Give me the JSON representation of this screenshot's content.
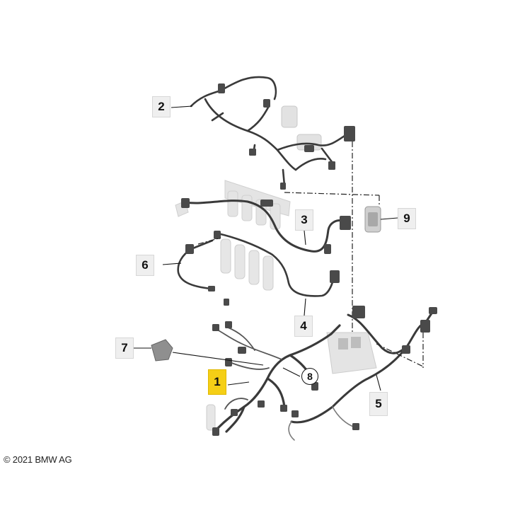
{
  "callouts": {
    "c1": "1",
    "c2": "2",
    "c3": "3",
    "c4": "4",
    "c5": "5",
    "c6": "6",
    "c7": "7",
    "c8": "8",
    "c9": "9"
  },
  "copyright": "© 2021 BMW AG",
  "colors": {
    "highlight": "#f5cf16",
    "harness": "#3a3a3a",
    "component": "#d8d8d8"
  }
}
